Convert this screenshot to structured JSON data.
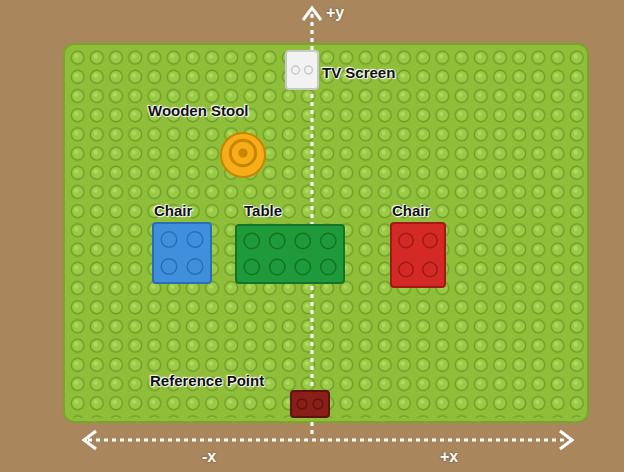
{
  "diagram": {
    "nodes": [
      {
        "text": [
          "TV Screen"
        ]
      },
      {
        "text": [
          "Wooden Stool"
        ]
      },
      {
        "text": [
          "Chair"
        ]
      },
      {
        "text": [
          "Table"
        ]
      },
      {
        "text": [
          "Chair"
        ]
      },
      {
        "text": [
          "Reference Point"
        ]
      }
    ],
    "labels": [
      "+y",
      "-x",
      "+x"
    ]
  }
}
